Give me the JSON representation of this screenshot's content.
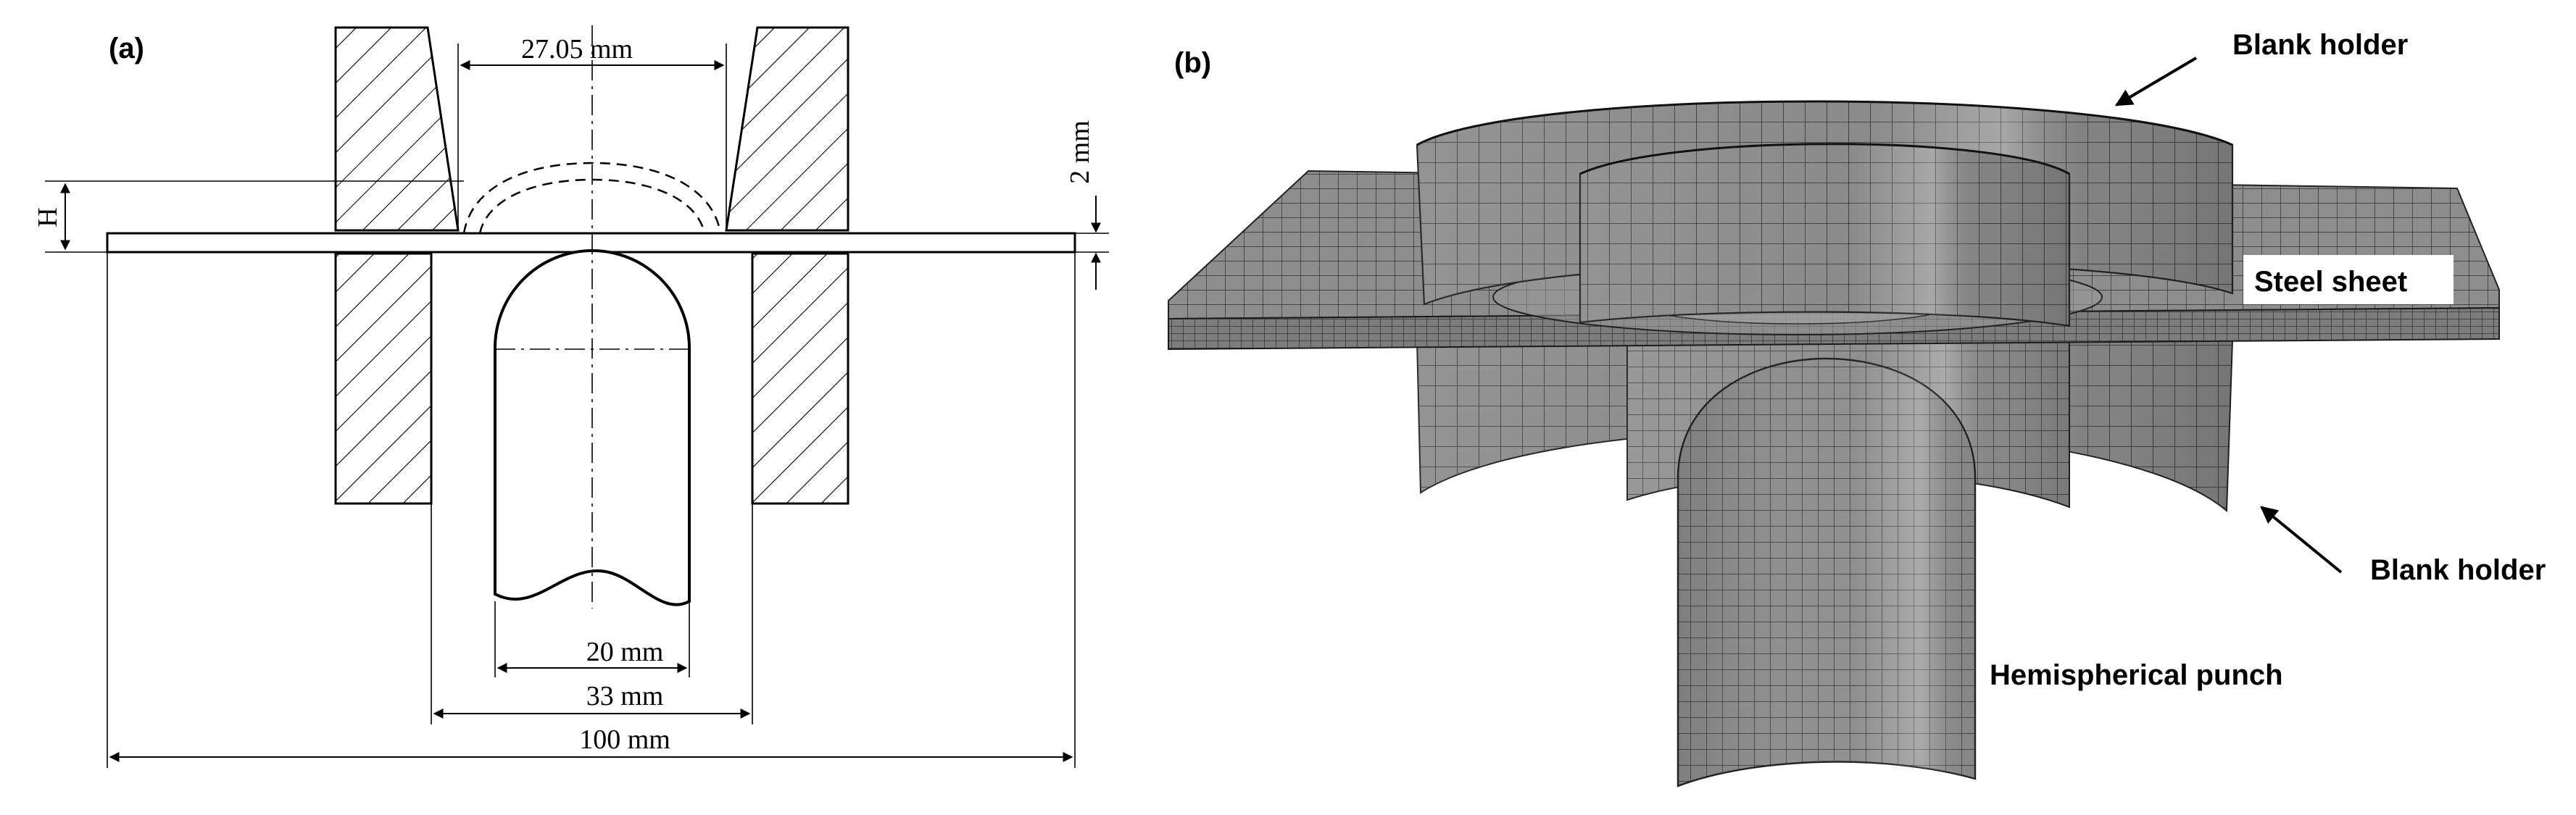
{
  "panel_a": {
    "label": "(a)",
    "dim_die_opening": "27.05 mm",
    "dim_gap": "2 mm",
    "dim_height": "H",
    "dim_punch": "20 mm",
    "dim_holder": "33 mm",
    "dim_sheet": "100 mm"
  },
  "panel_b": {
    "label": "(b)",
    "callout_top_holder": "Blank holder",
    "callout_sheet": "Steel sheet",
    "callout_bottom_holder": "Blank holder",
    "callout_punch": "Hemispherical punch"
  },
  "colors": {
    "mesh_fill": "#8c8c8c",
    "mesh_line": "#2e2e2e",
    "line": "#000000"
  }
}
